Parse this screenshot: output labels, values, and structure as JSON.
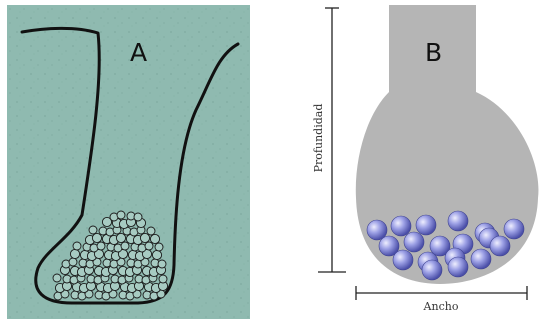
{
  "panel_a": {
    "label": "A",
    "background_color": "#8fbab0",
    "outline_color": "#111111"
  },
  "panel_b": {
    "label": "B",
    "vessel_color": "#b5b5b5",
    "bead_color": "#8a8fd8",
    "axis_color": "#222222",
    "depth_label": "Profundidad",
    "width_label": "Ancho"
  }
}
